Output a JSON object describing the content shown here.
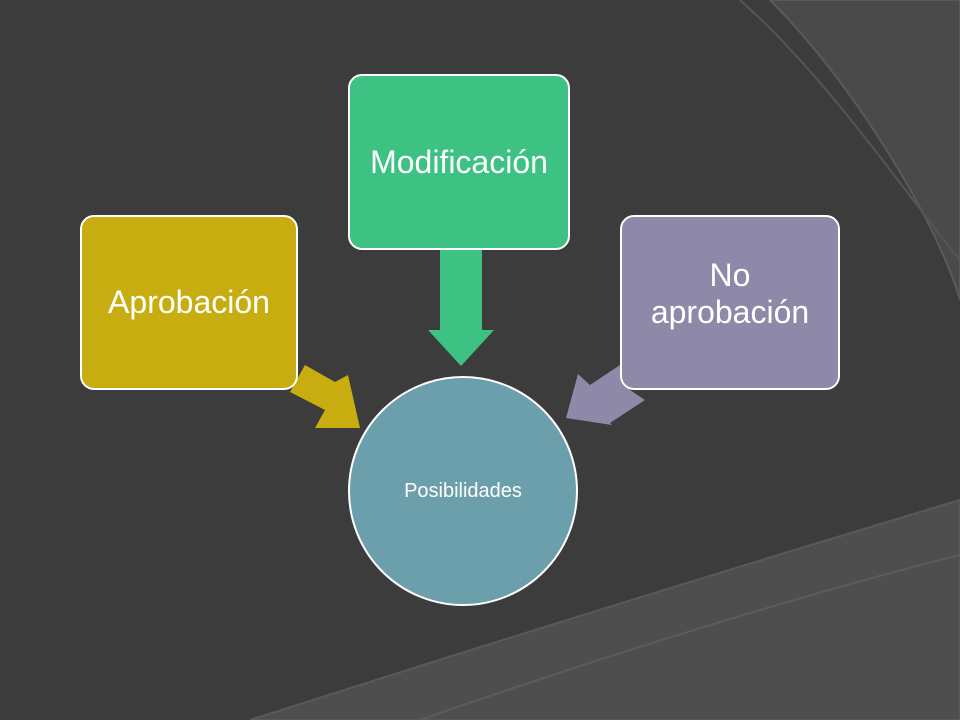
{
  "colors": {
    "background": "#3c3c3c",
    "swoosh": "#4e4e4e",
    "aprobacion": "#c8ad10",
    "modificacion": "#3ec283",
    "no_aprobacion": "#8e89a8",
    "posibilidades": "#6c9fac"
  },
  "diagram": {
    "center": {
      "label": "Posibilidades"
    },
    "nodes": [
      {
        "label": "Aprobación"
      },
      {
        "label": "Modificación"
      },
      {
        "label": "No aprobación"
      }
    ]
  }
}
